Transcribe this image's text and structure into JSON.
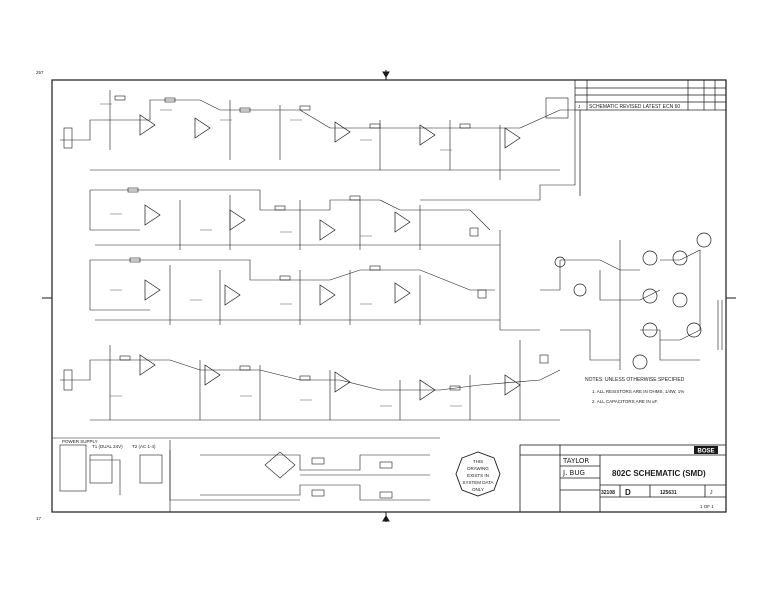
{
  "corner_marks": {
    "top_left": "257",
    "bottom_left": "17"
  },
  "revision_block": {
    "row1": "",
    "row2": "SCHEMATIC REVISED LATEST ECN 60",
    "letter": "J"
  },
  "notes": {
    "heading": "NOTES: UNLESS OTHERWISE SPECIFIED",
    "line1": "1. ALL RESISTORS ARE IN OHMS, 1/4W, 1%",
    "line2": "2. ALL CAPACITORS ARE IN uF."
  },
  "stamp": {
    "line1": "THIS",
    "line2": "DRAWING",
    "line3": "EXISTS IN",
    "line4": "SYSTEM DATA",
    "line5": "ONLY"
  },
  "title_block": {
    "brand": "BOSE",
    "title": "802C SCHEMATIC (SMD)",
    "size": "D",
    "code": "32108",
    "dwg_no": "125631",
    "rev": "J",
    "sheet": "1 OF 1",
    "drawn_by": "TAYLOR",
    "checked": "J. BUG"
  },
  "power_section": {
    "label": "POWER SUPPLY",
    "t1": "T1 (DUAL 24V)",
    "t2": "T2 (AC 1-4)"
  },
  "colors": {
    "ink": "#1a1a1a",
    "paper": "#ffffff"
  }
}
